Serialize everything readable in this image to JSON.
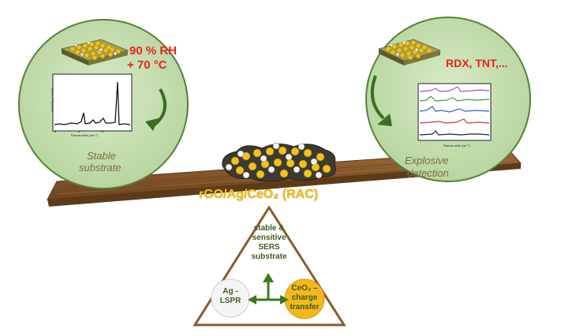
{
  "left_panel": {
    "conditions_line1": "90 % RH",
    "conditions_line2": "+ 70 °C",
    "caption_line1": "Stable",
    "caption_line2": "substrate",
    "plot_ylabel": "Intensity (counts)",
    "plot_xlabel": "Raman shift (cm⁻¹)"
  },
  "right_panel": {
    "analytes": "RDX, TNT,...",
    "caption_line1": "Explosive",
    "caption_line2": "detection",
    "plot_xlabel": "Raman shift (cm⁻¹)"
  },
  "composite_label": "rGO/Ag/CeO₂ (RAC)",
  "fulcrum": {
    "top_line1": "stable &",
    "top_line2": "sensitive",
    "top_line3": "SERS",
    "top_line4": "substrate",
    "ag_line1": "Ag -",
    "ag_line2": "LSPR",
    "ceo2_line1": "CeO₂ –",
    "ceo2_line2": "charge",
    "ceo2_line3": "transfer"
  },
  "colors": {
    "circle_fill": "#c6e0b4",
    "circle_stroke": "#5b7f3a",
    "plank": "#8b5a2b",
    "red_text": "#e8231d",
    "green_text": "#3b5e1e",
    "yellow_text": "#f3c318",
    "ceo2_circle": "#f4b81c"
  }
}
